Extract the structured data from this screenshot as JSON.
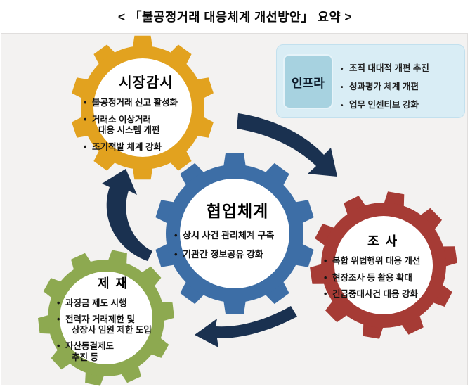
{
  "title": "< 「불공정거래 대응체계 개선방안」  요약 >",
  "panel": {
    "bg": "#f3f2f1",
    "border": "#e0dedd"
  },
  "arrows": {
    "color": "#1a3150"
  },
  "infra": {
    "label": "인프라",
    "bullets": [
      "조직 대대적 개편 추진",
      "성과평가 체계 개편",
      "업무 인센티브 강화"
    ],
    "colors": {
      "box_bg": "#d9edf5",
      "box_border": "#c2e0ee",
      "label_bg": "#a7d2e0",
      "label_border": "#e6f3f9",
      "label_text": "#0d1b2a"
    }
  },
  "gears": [
    {
      "id": "surveillance",
      "title": "시장감시",
      "color": "#e2a21f",
      "bullets": [
        [
          "불공정거래 신고 활성화"
        ],
        [
          "거래소 이상거래",
          "대응 시스템 개편"
        ],
        [
          "조기적발 체계 강화"
        ]
      ]
    },
    {
      "id": "cooperation",
      "title": "협업체계",
      "color": "#3d6ea6",
      "bullets": [
        [
          "상시 사건 관리체계 구축"
        ],
        [
          "기관간 정보공유 강화"
        ]
      ]
    },
    {
      "id": "investigation",
      "title": "조 사",
      "color": "#a63b35",
      "bullets": [
        [
          "복합 위법행위 대응 개선"
        ],
        [
          "현장조사 등 활용 확대"
        ],
        [
          "긴급중대사건 대응 강화"
        ]
      ]
    },
    {
      "id": "sanction",
      "title": "제 재",
      "color": "#8da950",
      "bullets": [
        [
          "과징금 제도 시행"
        ],
        [
          "전력자 거래제한 및",
          "상장사 임원 제한 도입"
        ],
        [
          "자산동결제도",
          "추진 등"
        ]
      ]
    }
  ]
}
